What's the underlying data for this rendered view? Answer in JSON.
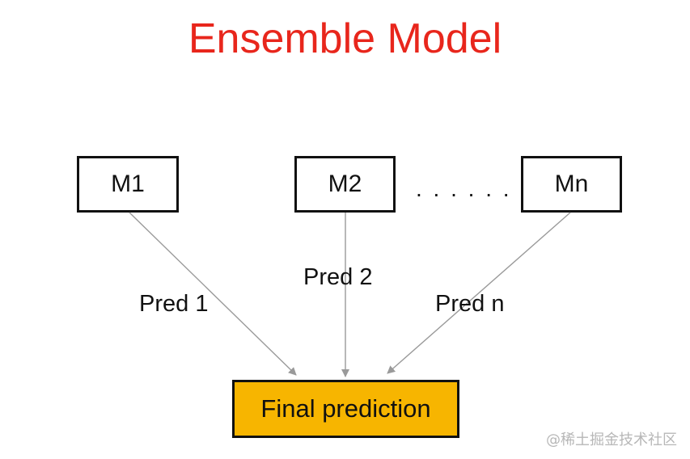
{
  "title": "Ensemble Model",
  "models": {
    "m1": "M1",
    "m2": "M2",
    "mn": "Mn",
    "ellipsis": ". . . . . ."
  },
  "predictions": {
    "pred1": "Pred 1",
    "pred2": "Pred 2",
    "predn": "Pred n"
  },
  "final": {
    "label": "Final prediction"
  },
  "watermark": "@稀土掘金技术社区",
  "colors": {
    "title": "#e8261c",
    "final_fill": "#f7b500",
    "arrow": "#9a9a9a",
    "box_border": "#111111"
  }
}
